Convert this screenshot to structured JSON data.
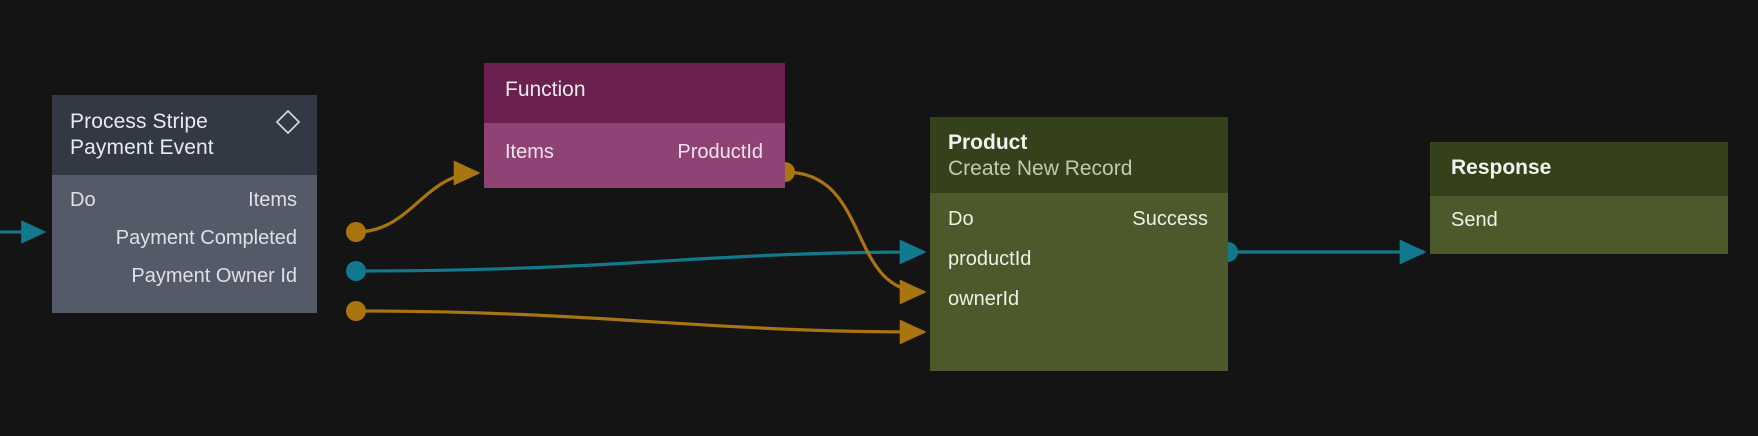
{
  "canvas": {
    "background": "#141414",
    "edge_color_data": "#a87511",
    "edge_color_exec": "#10798c"
  },
  "nodes": [
    {
      "id": "process-stripe-payment-event",
      "title": "Process Stripe\nPayment Event",
      "header_icon": "diamond-icon",
      "header_color": "#333845",
      "body_color": "#555a69",
      "inputs": [
        {
          "name": "Do",
          "label": "Do",
          "kind": "exec"
        }
      ],
      "outputs": [
        {
          "name": "Items",
          "label": "Items",
          "kind": "data"
        },
        {
          "name": "PaymentCompleted",
          "label": "Payment Completed",
          "kind": "exec"
        },
        {
          "name": "PaymentOwnerId",
          "label": "Payment Owner Id",
          "kind": "data"
        }
      ]
    },
    {
      "id": "function",
      "title": "Function",
      "header_color": "#6b2150",
      "body_color": "#8e4374",
      "inputs": [
        {
          "name": "Items",
          "label": "Items",
          "kind": "data"
        }
      ],
      "outputs": [
        {
          "name": "ProductId",
          "label": "ProductId",
          "kind": "data"
        }
      ]
    },
    {
      "id": "product",
      "title": "Product",
      "subtitle": "Create New Record",
      "header_color": "#34411a",
      "body_color": "#4c5a2b",
      "inputs": [
        {
          "name": "Do",
          "label": "Do",
          "kind": "exec"
        },
        {
          "name": "productId",
          "label": "productId",
          "kind": "data"
        },
        {
          "name": "ownerId",
          "label": "ownerId",
          "kind": "data"
        }
      ],
      "outputs": [
        {
          "name": "Success",
          "label": "Success",
          "kind": "exec"
        }
      ]
    },
    {
      "id": "response",
      "title": "Response",
      "header_color": "#34411a",
      "body_color": "#4c5a2b",
      "inputs": [
        {
          "name": "Send",
          "label": "Send",
          "kind": "exec"
        }
      ],
      "outputs": []
    }
  ],
  "edges": [
    {
      "from": "process-stripe-payment-event.Items",
      "to": "function.Items",
      "kind": "data"
    },
    {
      "from": "process-stripe-payment-event.PaymentCompleted",
      "to": "product.Do",
      "kind": "exec"
    },
    {
      "from": "process-stripe-payment-event.PaymentOwnerId",
      "to": "product.ownerId",
      "kind": "data"
    },
    {
      "from": "function.ProductId",
      "to": "product.productId",
      "kind": "data"
    },
    {
      "from": "product.Success",
      "to": "response.Send",
      "kind": "exec"
    },
    {
      "from": "external",
      "to": "process-stripe-payment-event.Do",
      "kind": "exec"
    }
  ]
}
